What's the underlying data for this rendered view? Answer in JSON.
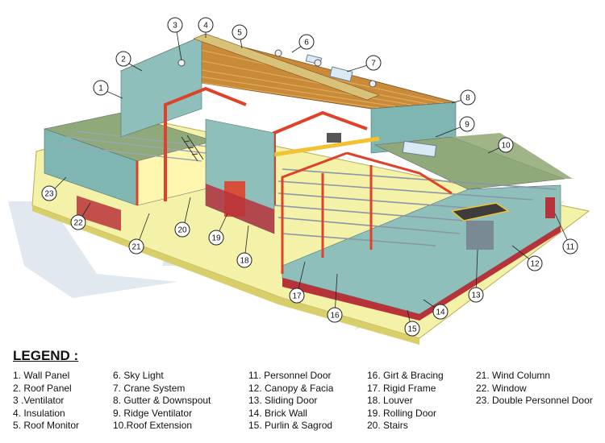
{
  "watermark": "DBK",
  "colors": {
    "ground": "#f4f1a8",
    "roof": "#c98a3a",
    "roofStripe": "#e3b25a",
    "wall": "#7fb6b2",
    "wallDark": "#5d8f8c",
    "frame": "#e0412a",
    "brick": "#b8323a",
    "purlin": "#8a96a6",
    "watermark": "#c8d6e4"
  },
  "callouts": [
    "1",
    "2",
    "3",
    "4",
    "5",
    "6",
    "7",
    "8",
    "9",
    "10",
    "11",
    "12",
    "13",
    "14",
    "15",
    "16",
    "17",
    "18",
    "19",
    "20",
    "21",
    "22",
    "23"
  ],
  "legend": {
    "title": "LEGEND :",
    "columns": [
      [
        "1. Wall Panel",
        "2. Roof Panel",
        "3 .Ventilator",
        "4. Insulation",
        "5. Roof Monitor"
      ],
      [
        "6.  Sky Light",
        "7.  Crane System",
        "8.  Gutter & Downspout",
        "9.  Ridge Ventilator",
        "10.Roof Extension"
      ],
      [
        "11. Personnel Door",
        "12. Canopy & Facia",
        "13. Sliding Door",
        "14. Brick Wall",
        "15. Purlin & Sagrod"
      ],
      [
        "16. Girt & Bracing",
        "17. Rigid Frame",
        "18. Louver",
        "19. Rolling Door",
        "20. Stairs"
      ],
      [
        "21. Wind Column",
        "22. Window",
        "23. Double Personnel Door"
      ]
    ]
  }
}
